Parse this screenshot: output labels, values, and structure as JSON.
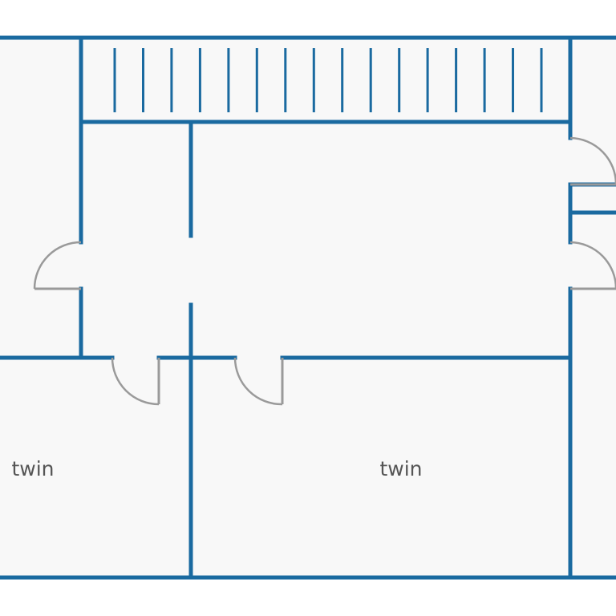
{
  "rooms": {
    "left_twin": {
      "label": "twin"
    },
    "center_twin": {
      "label": "twin"
    }
  },
  "colors": {
    "wall": "#1a6aa0",
    "door": "#9a9a9a",
    "floor": "#f8f8f8",
    "label": "#555555"
  },
  "stairs": {
    "tread_count": 16
  }
}
